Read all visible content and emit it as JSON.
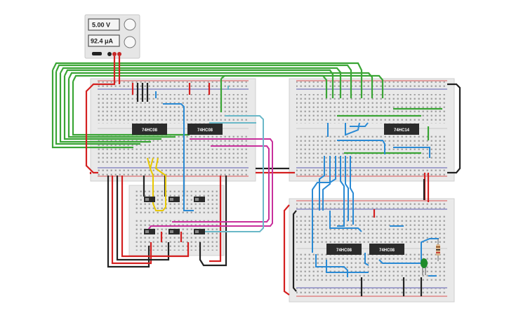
{
  "power_supply": {
    "voltage": "5.00 V",
    "current": "92.4 μA"
  },
  "chips": {
    "left_a": "74HC08",
    "left_b": "74HC08",
    "right_a": "74HC14",
    "bottom_a": "74HC08",
    "bottom_b": "74HC08"
  },
  "colors": {
    "green_wire": "#3aa535",
    "red_wire": "#d42020",
    "black_wire": "#222222",
    "blue_wire": "#2a8ad4",
    "yellow_wire": "#e8c800",
    "magenta_wire": "#c8309c",
    "cyan_wire": "#6ab8c8",
    "led": "#1f8c2a"
  }
}
